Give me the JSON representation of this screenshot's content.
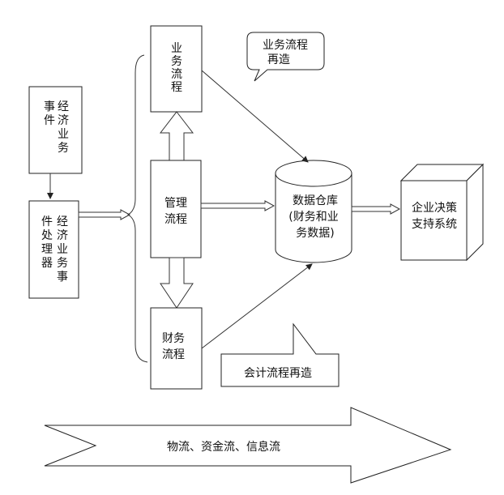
{
  "boxes": {
    "business_process": [
      "业",
      "务",
      "流",
      "程"
    ],
    "event_left_col": [
      "事",
      "件"
    ],
    "event_right_col": [
      "经",
      "济",
      "业",
      "务"
    ],
    "processor_left_col": [
      "件",
      "处",
      "理",
      "器"
    ],
    "processor_right_col": [
      "经",
      "济",
      "业",
      "务",
      "事"
    ],
    "management_process": [
      "管理",
      "流程"
    ],
    "finance_process": [
      "财务",
      "流程"
    ],
    "data_warehouse": [
      "数据仓库",
      "(财务和业",
      "务数据)"
    ],
    "decision_system": [
      "企业决策",
      "支持系统"
    ]
  },
  "callouts": {
    "business_reengineering": [
      "业务流程",
      "再造"
    ],
    "accounting_reengineering": "会计流程再造"
  },
  "flow_banner": "物流、资金流、信息流"
}
